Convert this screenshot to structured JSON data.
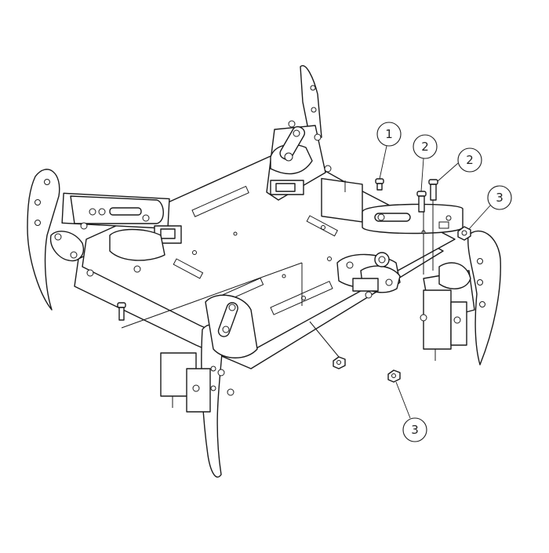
{
  "callouts": [
    {
      "id": "callout-1",
      "label": "1"
    },
    {
      "id": "callout-2a",
      "label": "2"
    },
    {
      "id": "callout-2b",
      "label": "2"
    },
    {
      "id": "callout-3a",
      "label": "3"
    },
    {
      "id": "callout-3b",
      "label": "3"
    }
  ]
}
